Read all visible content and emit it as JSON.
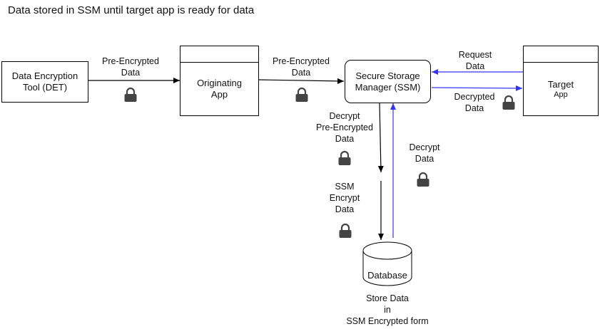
{
  "title": "Data stored in SSM until target app is ready for data",
  "nodes": {
    "det": "Data Encryption\nTool (DET)",
    "originating": "Originating\nApp",
    "ssm": "Secure Storage\nManager (SSM)",
    "target_main": "Target",
    "target_sub": "App",
    "database": "Database"
  },
  "edges": {
    "det_to_orig": "Pre-Encrypted\nData",
    "orig_to_ssm": "Pre-Encrypted\nData",
    "request": "Request\nData",
    "decrypted": "Decrypted\nData",
    "decrypt_pre": "Decrypt\nPre-Encrypted\nData",
    "ssm_encrypt": "SSM\nEncrypt\nData",
    "decrypt": "Decrypt\nData",
    "store": "Store Data\nin\nSSM Encrypted form"
  },
  "colors": {
    "black_arrow": "#000000",
    "blue_arrow": "#3333ff",
    "lock": "#444444"
  },
  "icons": [
    "lock-icon"
  ]
}
